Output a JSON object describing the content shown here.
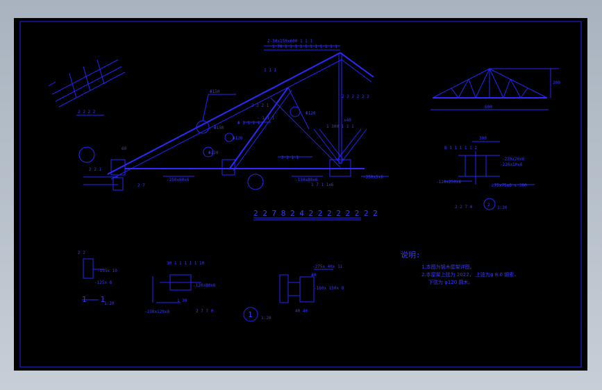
{
  "colors": {
    "background": "#000000",
    "line": "#2424ff",
    "frame_gray": "#b5bec8"
  },
  "main_truss": {
    "top_label_1": "2-50x150x600 1 1 1",
    "top_label_2": "1 70   1 1 1 1 1 1 1 1 1 1 1",
    "member_111": "1 1 1",
    "label_222222": "2 2 2 2 2 2",
    "phi150": "Φ150",
    "phi120a": "Φ120",
    "phi120b": "Φ120",
    "phi120c": "Φ120",
    "phi150b": "Φ150",
    "label_1111": "Φ 1 1 1 1",
    "label_rod": "- 1 1 1",
    "label_x6": "x40",
    "label_300": "1 300  1 1 1",
    "left_bottom": "-250x60x6",
    "mid_bottom": "-150x80x6",
    "right_bottom": "2 2 1 1",
    "right_bottom2": "1 7 1 1x6",
    "right_bottom3": "-250x5x6",
    "left_support": "2 2 1",
    "left_support2": "2 7",
    "sixty": "60",
    "detail_rail": "2 2 2 1",
    "left_top_detail": "2 2 2 2",
    "title_text": "2 2 7 8 2 4   2 2 2 2 2 2 2 2"
  },
  "truss_elevation": {
    "span_label": "600",
    "height_label": "200"
  },
  "detail_2": {
    "top": "300",
    "label_a": "B 1 1 1 1 1 2",
    "label_b": "-220x20x6",
    "label_c": "-220x10x6",
    "label_d": "-120x250x8",
    "label_e": "L75x75x6 x 300",
    "caption": "2 2 7 4",
    "number": "2",
    "scale": "1:20"
  },
  "section_11": {
    "caption": "1 - 1",
    "scale": "1:20",
    "label_a": "2 2",
    "label_b": "-195x 10",
    "label_c": "-125x 8"
  },
  "detail_mid": {
    "label_a": "30 1 1 1 1 1 10",
    "label_b": "-120x80x6",
    "label_c": "-230x120x8",
    "label_d": "2 7 7 0",
    "label_e": "1 30"
  },
  "detail_1": {
    "number": "1",
    "scale": "1:20",
    "label_a": "-275x 40x 11",
    "label_b": "-160x 150x 8",
    "label_c": "40",
    "label_d": "40  40"
  },
  "notes": {
    "heading": "说明:",
    "line1": "1.本图为钢木屋架详图。",
    "line2": "2.本屋架上弦为 2022， 上弦为φ 8.0 钢索，",
    "line3": "下弦为 φ120 圆木。"
  }
}
